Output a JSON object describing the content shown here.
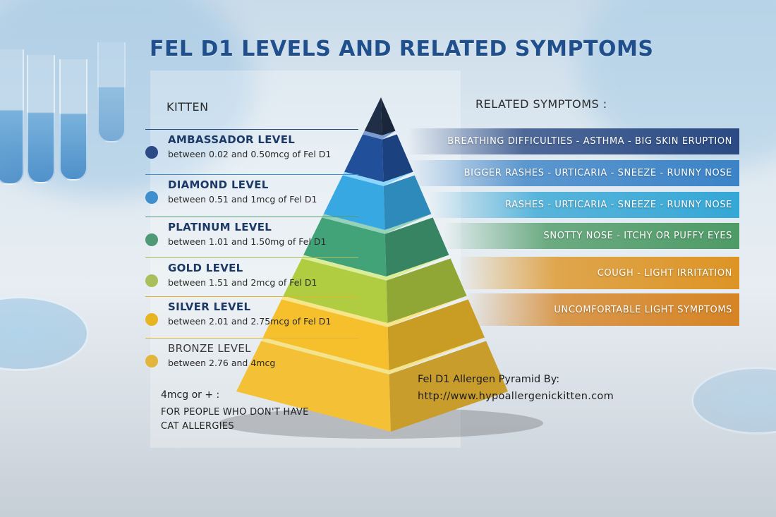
{
  "title": "FEL D1 LEVELS AND RELATED SYMPTOMS",
  "left_heading": "KITTEN",
  "right_heading": "RELATED SYMPTOMS :",
  "levels": [
    {
      "name": "AMBASSADOR LEVEL",
      "range": "between 0.02 and 0.50mcg of Fel D1",
      "color": "#2c4a86"
    },
    {
      "name": "DIAMOND LEVEL",
      "range": "between 0.51 and 1mcg of Fel D1",
      "color": "#3f8fd0"
    },
    {
      "name": "PLATINUM LEVEL",
      "range": "between 1.01 and 1.50mg of Fel D1",
      "color": "#4f9a76"
    },
    {
      "name": "GOLD LEVEL",
      "range": "between 1.51 and 2mcg of Fel D1",
      "color": "#a9c05a"
    },
    {
      "name": "SILVER LEVEL",
      "range": "between 2.01 and 2.75mcg of Fel D1",
      "color": "#e6b521"
    },
    {
      "name": "BRONZE LEVEL",
      "range": "between 2.76 and 4mcg",
      "color": "#e2b63b"
    }
  ],
  "symptoms": [
    {
      "text": "BREATHING DIFFICULTIES - ASTHMA - BIG SKIN ERUPTION",
      "color": "#2b4a83"
    },
    {
      "text": "BIGGER RASHES - URTICARIA - SNEEZE - RUNNY NOSE",
      "color": "#3b83c7"
    },
    {
      "text": "RASHES - URTICARIA - SNEEZE - RUNNY NOSE",
      "color": "#35a7d6"
    },
    {
      "text": "SNOTTY NOSE - ITCHY OR PUFFY EYES",
      "color": "#4e9b66"
    },
    {
      "text": "COUGH - LIGHT IRRITATION",
      "color": "#dd9424"
    },
    {
      "text": "UNCOMFORTABLE LIGHT SYMPTOMS",
      "color": "#d68424"
    }
  ],
  "footnote": {
    "amount": "4mcg or + :",
    "line1": "FOR PEOPLE WHO DON'T HAVE",
    "line2": "CAT ALLERGIES"
  },
  "credit": {
    "line1": "Fel D1 Allergen Pyramid By:",
    "line2": "http://www.hypoallergenickitten.com"
  },
  "pyramid_colors": [
    "#1e2d44",
    "#1f4b93",
    "#35a0d8",
    "#3f9a72",
    "#a8c23e",
    "#eab72a",
    "#e8b733"
  ]
}
